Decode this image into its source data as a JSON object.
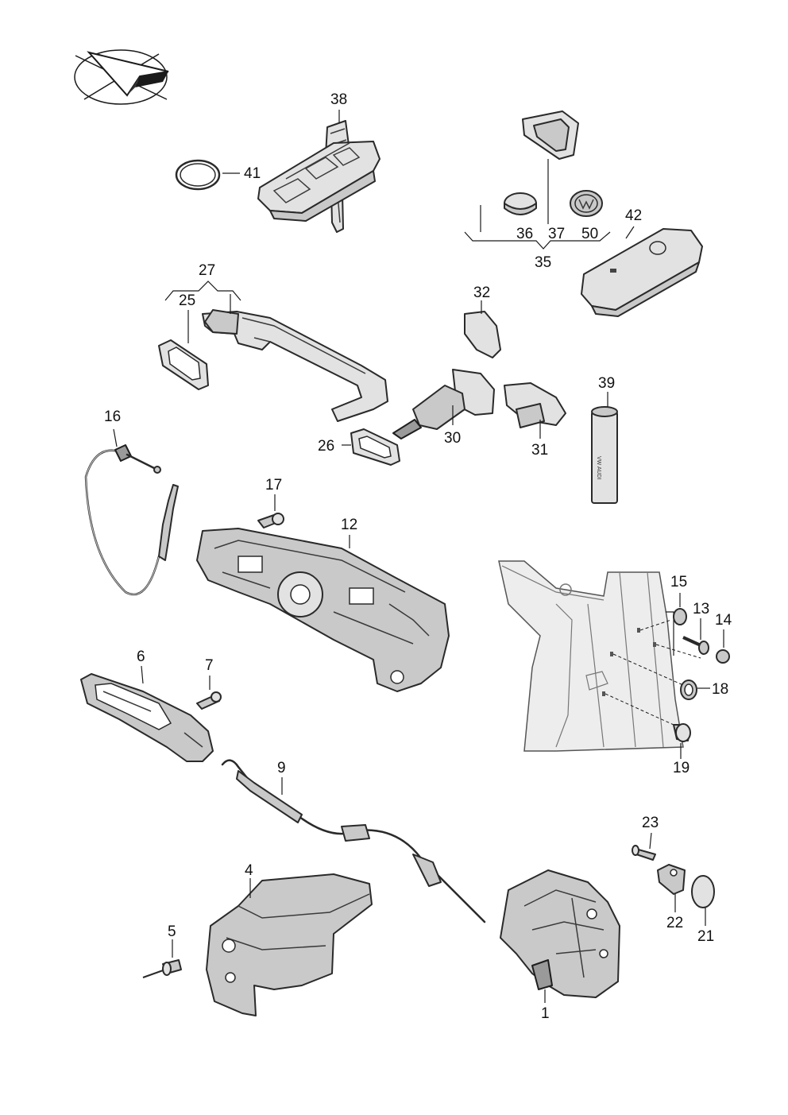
{
  "callouts": {
    "c1": "1",
    "c4": "4",
    "c5": "5",
    "c6": "6",
    "c7": "7",
    "c9": "9",
    "c12": "12",
    "c13": "13",
    "c14": "14",
    "c15": "15",
    "c16": "16",
    "c17": "17",
    "c18": "18",
    "c19": "19",
    "c21": "21",
    "c22": "22",
    "c23": "23",
    "c25": "25",
    "c26": "26",
    "c27": "27",
    "c30": "30",
    "c31": "31",
    "c32": "32",
    "c35": "35",
    "c36": "36",
    "c37": "37",
    "c38": "38",
    "c39": "39",
    "c41": "41",
    "c42": "42",
    "c50": "50"
  },
  "icons": {
    "orientation": "direction-arrow-icon"
  },
  "colors": {
    "part_fill": "#c9c9c9",
    "outline": "#2a2a2a",
    "background": "#ffffff"
  }
}
